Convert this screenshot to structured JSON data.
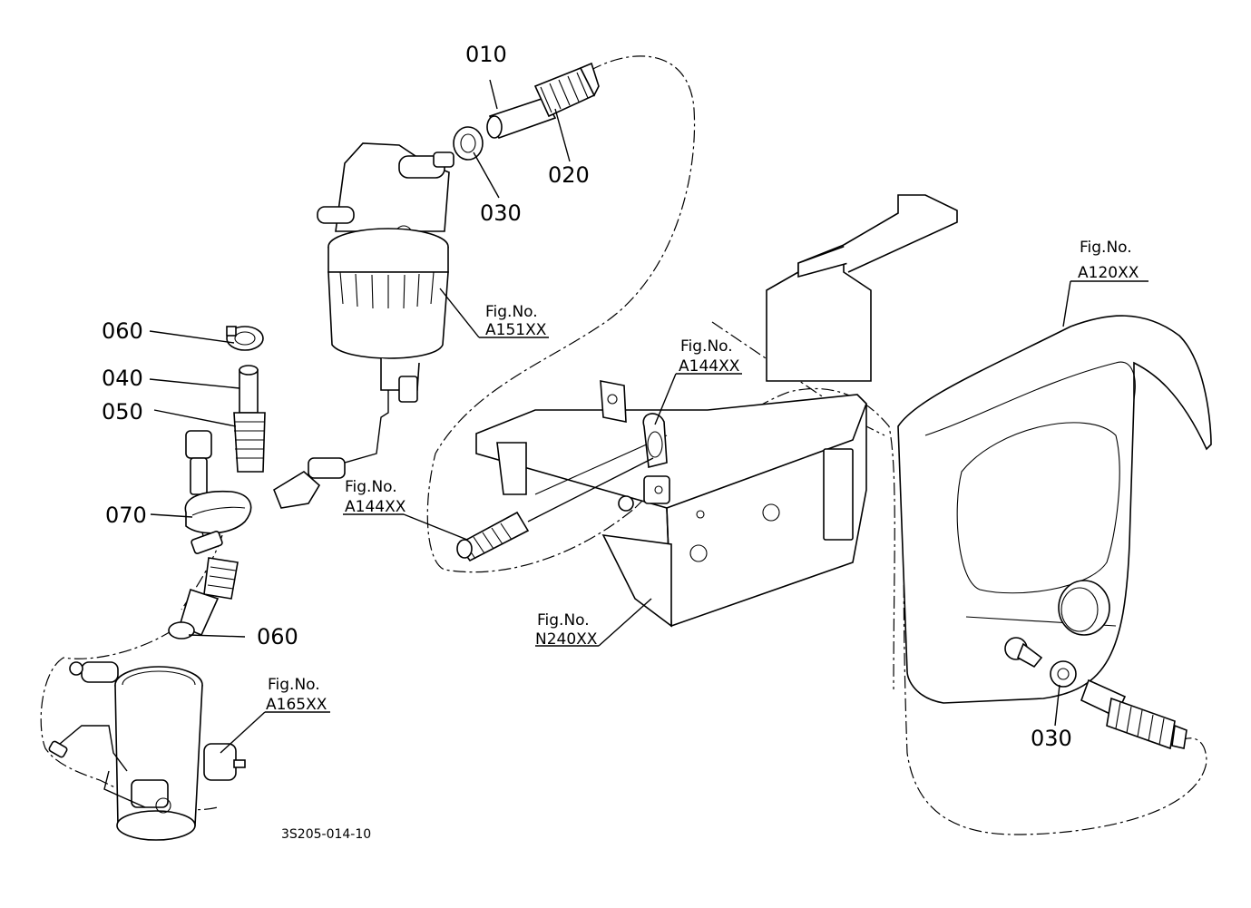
{
  "part_labels": {
    "p010": "010",
    "p020": "020",
    "p030_top": "030",
    "p060_top": "060",
    "p040": "040",
    "p050": "050",
    "p070": "070",
    "p060_bottom": "060",
    "p030_right": "030"
  },
  "figure_refs": {
    "a151": {
      "line1": "Fig.No.",
      "line2": "A151XX"
    },
    "a144_top": {
      "line1": "Fig.No.",
      "line2": "A144XX"
    },
    "a144_left": {
      "line1": "Fig.No.",
      "line2": "A144XX"
    },
    "a120": {
      "line1": "Fig.No.",
      "line2": "A120XX"
    },
    "n240": {
      "line1": "Fig.No.",
      "line2": "N240XX"
    },
    "a165": {
      "line1": "Fig.No.",
      "line2": "A165XX"
    }
  },
  "drawing_code": "3S205-014-10"
}
